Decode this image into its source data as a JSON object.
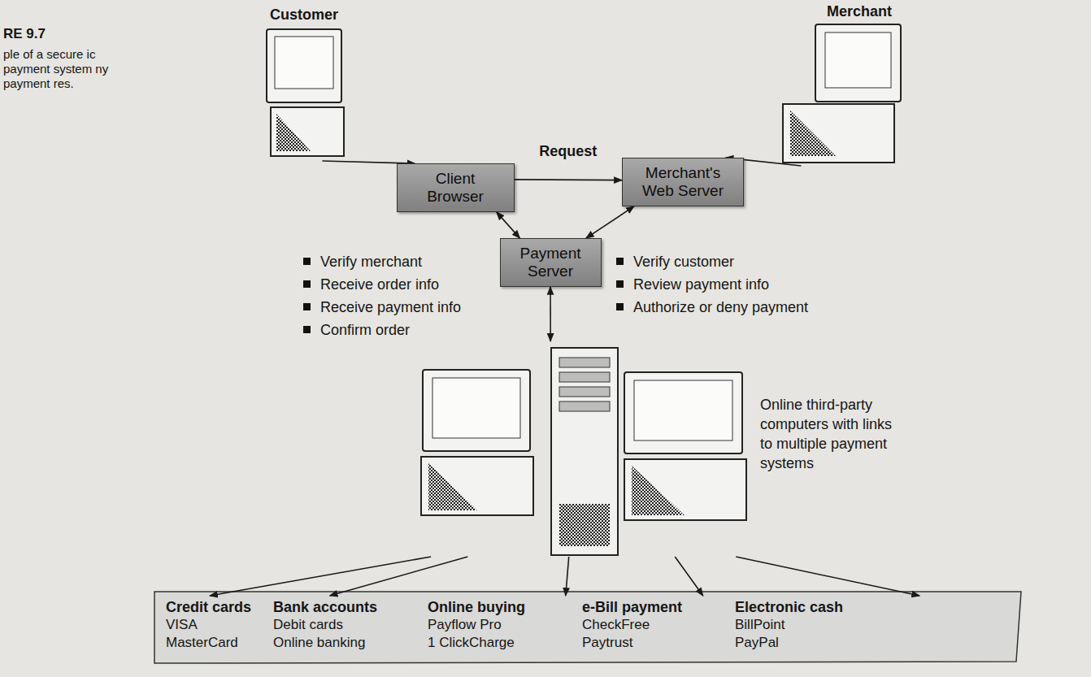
{
  "diagram": {
    "nodes": [
      {
        "text": [
          "Customer"
        ]
      },
      {
        "text": [
          "Merchant"
        ]
      },
      {
        "text": [
          "Client Browser"
        ]
      },
      {
        "text": [
          "Merchant's Web Server"
        ]
      },
      {
        "text": [
          "Payment Server"
        ]
      },
      {
        "text": [
          "Online third-party computers with links to multiple payment systems"
        ]
      },
      {
        "text": [
          "Credit cards",
          "VISA",
          "MasterCard"
        ]
      },
      {
        "text": [
          "Bank accounts",
          "Debit cards",
          "Online banking"
        ]
      },
      {
        "text": [
          "Online buying",
          "Payflow Pro",
          "1 ClickCharge"
        ]
      },
      {
        "text": [
          "e-Bill payment",
          "CheckFree",
          "Paytrust"
        ]
      },
      {
        "text": [
          "Electronic cash",
          "BillPoint",
          "PayPal"
        ]
      }
    ],
    "edges": [
      {
        "from": 0,
        "to": 2,
        "arrow": "to"
      },
      {
        "from": 1,
        "to": 3,
        "arrow": "to"
      },
      {
        "from": 2,
        "to": 3,
        "label": "Request",
        "arrow": "to"
      },
      {
        "from": 2,
        "to": 4,
        "arrow": "both"
      },
      {
        "from": 3,
        "to": 4,
        "arrow": "both"
      },
      {
        "from": 4,
        "to": 5,
        "arrow": "both"
      },
      {
        "from": 5,
        "to": 6,
        "arrow": "to"
      },
      {
        "from": 5,
        "to": 7,
        "arrow": "to"
      },
      {
        "from": 5,
        "to": 8,
        "arrow": "to"
      },
      {
        "from": 5,
        "to": 9,
        "arrow": "to"
      },
      {
        "from": 5,
        "to": 10,
        "arrow": "to"
      }
    ],
    "labels": [
      "RE 9.7",
      "ple of a secure ic payment system ny payment res.",
      "Verify merchant",
      "Receive order info",
      "Receive payment info",
      "Confirm order",
      "Verify customer",
      "Review payment info",
      "Authorize or deny payment"
    ]
  }
}
